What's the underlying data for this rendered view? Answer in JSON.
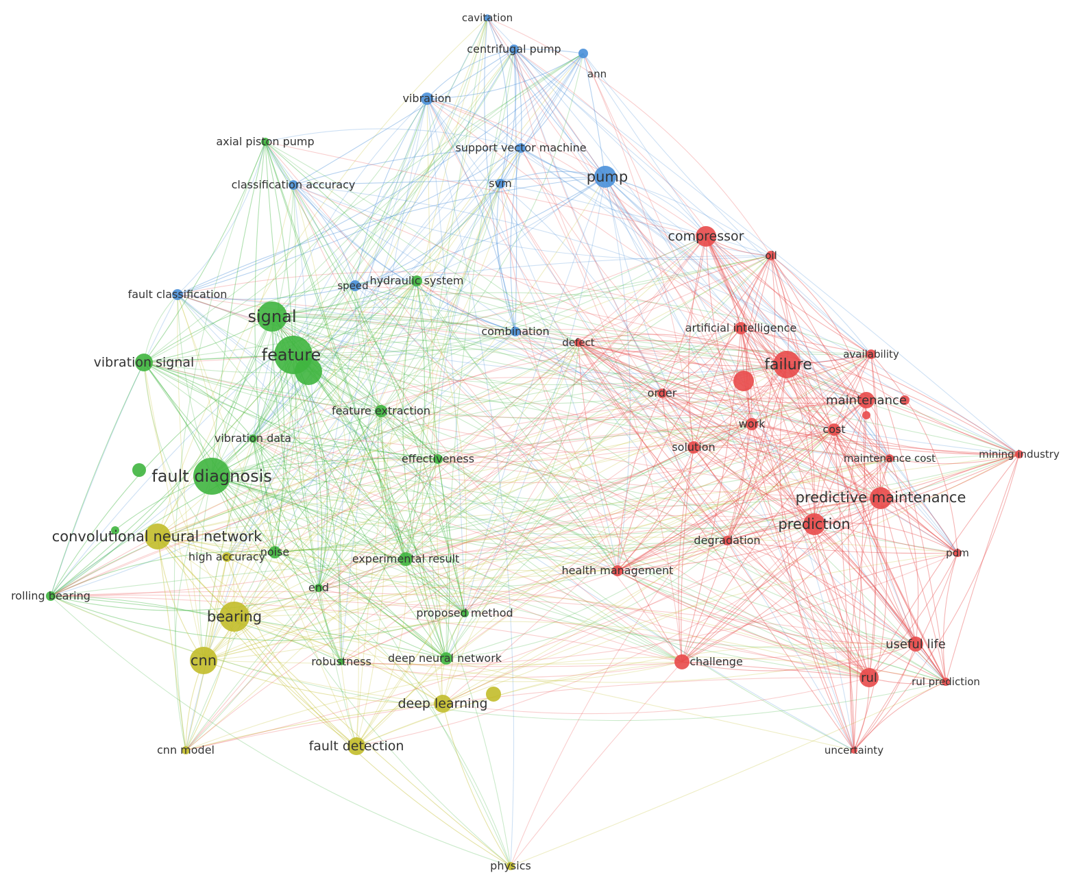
{
  "colors": {
    "blue": "#4a90d9",
    "green": "#3fb53f",
    "red": "#e84a4a",
    "yellow": "#c2bd2a",
    "label": "#333333"
  },
  "nodes": [
    {
      "id": "cavitation",
      "label": "cavitation",
      "cluster": "blue"
    },
    {
      "id": "centrifugal-pump",
      "label": "centrifugal pump",
      "cluster": "blue"
    },
    {
      "id": "ann",
      "label": "ann",
      "cluster": "blue"
    },
    {
      "id": "vibration",
      "label": "vibration",
      "cluster": "blue"
    },
    {
      "id": "support-vector-machine",
      "label": "support vector machine",
      "cluster": "blue"
    },
    {
      "id": "pump",
      "label": "pump",
      "cluster": "blue"
    },
    {
      "id": "svm",
      "label": "svm",
      "cluster": "blue"
    },
    {
      "id": "classification-accuracy",
      "label": "classification accuracy",
      "cluster": "blue"
    },
    {
      "id": "fault-classification",
      "label": "fault classification",
      "cluster": "blue"
    },
    {
      "id": "speed",
      "label": "speed",
      "cluster": "blue"
    },
    {
      "id": "combination",
      "label": "combination",
      "cluster": "blue"
    },
    {
      "id": "axial-piston-pump",
      "label": "axial piston pump",
      "cluster": "green"
    },
    {
      "id": "hydraulic-system",
      "label": "hydraulic system",
      "cluster": "green"
    },
    {
      "id": "signal",
      "label": "signal",
      "cluster": "green"
    },
    {
      "id": "feature",
      "label": "feature",
      "cluster": "green"
    },
    {
      "id": "vibration-signal",
      "label": "vibration signal",
      "cluster": "green"
    },
    {
      "id": "feature-extraction",
      "label": "feature extraction",
      "cluster": "green"
    },
    {
      "id": "vibration-data",
      "label": "vibration data",
      "cluster": "green"
    },
    {
      "id": "effectiveness",
      "label": "effectiveness",
      "cluster": "green"
    },
    {
      "id": "fault-diagnosis",
      "label": "fault diagnosis",
      "cluster": "green"
    },
    {
      "id": "noise",
      "label": "noise",
      "cluster": "green"
    },
    {
      "id": "experimental-result",
      "label": "experimental result",
      "cluster": "green"
    },
    {
      "id": "end",
      "label": "end",
      "cluster": "green"
    },
    {
      "id": "rolling-bearing",
      "label": "rolling bearing",
      "cluster": "green"
    },
    {
      "id": "proposed-method",
      "label": "proposed method",
      "cluster": "green"
    },
    {
      "id": "robustness",
      "label": "robustness",
      "cluster": "green"
    },
    {
      "id": "deep-neural-network",
      "label": "deep neural network",
      "cluster": "green"
    },
    {
      "id": "convolutional-neural-network",
      "label": "convolutional neural network",
      "cluster": "yellow"
    },
    {
      "id": "high-accuracy",
      "label": "high accuracy",
      "cluster": "yellow"
    },
    {
      "id": "bearing",
      "label": "bearing",
      "cluster": "yellow"
    },
    {
      "id": "cnn",
      "label": "cnn",
      "cluster": "yellow"
    },
    {
      "id": "deep-learning",
      "label": "deep learning",
      "cluster": "yellow"
    },
    {
      "id": "fault-detection",
      "label": "fault detection",
      "cluster": "yellow"
    },
    {
      "id": "cnn-model",
      "label": "cnn model",
      "cluster": "yellow"
    },
    {
      "id": "physics",
      "label": "physics",
      "cluster": "yellow"
    },
    {
      "id": "compressor",
      "label": "compressor",
      "cluster": "red"
    },
    {
      "id": "oil",
      "label": "oil",
      "cluster": "red"
    },
    {
      "id": "artificial-intelligence",
      "label": "artificial intelligence",
      "cluster": "red"
    },
    {
      "id": "defect",
      "label": "defect",
      "cluster": "red"
    },
    {
      "id": "failure",
      "label": "failure",
      "cluster": "red"
    },
    {
      "id": "availability",
      "label": "availability",
      "cluster": "red"
    },
    {
      "id": "order",
      "label": "order",
      "cluster": "red"
    },
    {
      "id": "maintenance",
      "label": "maintenance",
      "cluster": "red"
    },
    {
      "id": "work",
      "label": "work",
      "cluster": "red"
    },
    {
      "id": "cost",
      "label": "cost",
      "cluster": "red"
    },
    {
      "id": "solution",
      "label": "solution",
      "cluster": "red"
    },
    {
      "id": "maintenance-cost",
      "label": "maintenance cost",
      "cluster": "red"
    },
    {
      "id": "mining-industry",
      "label": "mining industry",
      "cluster": "red"
    },
    {
      "id": "predictive-maintenance",
      "label": "predictive maintenance",
      "cluster": "red"
    },
    {
      "id": "prediction",
      "label": "prediction",
      "cluster": "red"
    },
    {
      "id": "degradation",
      "label": "degradation",
      "cluster": "red"
    },
    {
      "id": "pdm",
      "label": "pdm",
      "cluster": "red"
    },
    {
      "id": "health-management",
      "label": "health management",
      "cluster": "red"
    },
    {
      "id": "useful-life",
      "label": "useful life",
      "cluster": "red"
    },
    {
      "id": "challenge",
      "label": "challenge",
      "cluster": "red"
    },
    {
      "id": "rul",
      "label": "rul",
      "cluster": "red"
    },
    {
      "id": "rul-prediction",
      "label": "rul prediction",
      "cluster": "red"
    },
    {
      "id": "uncertainty",
      "label": "uncertainty",
      "cluster": "red"
    }
  ]
}
